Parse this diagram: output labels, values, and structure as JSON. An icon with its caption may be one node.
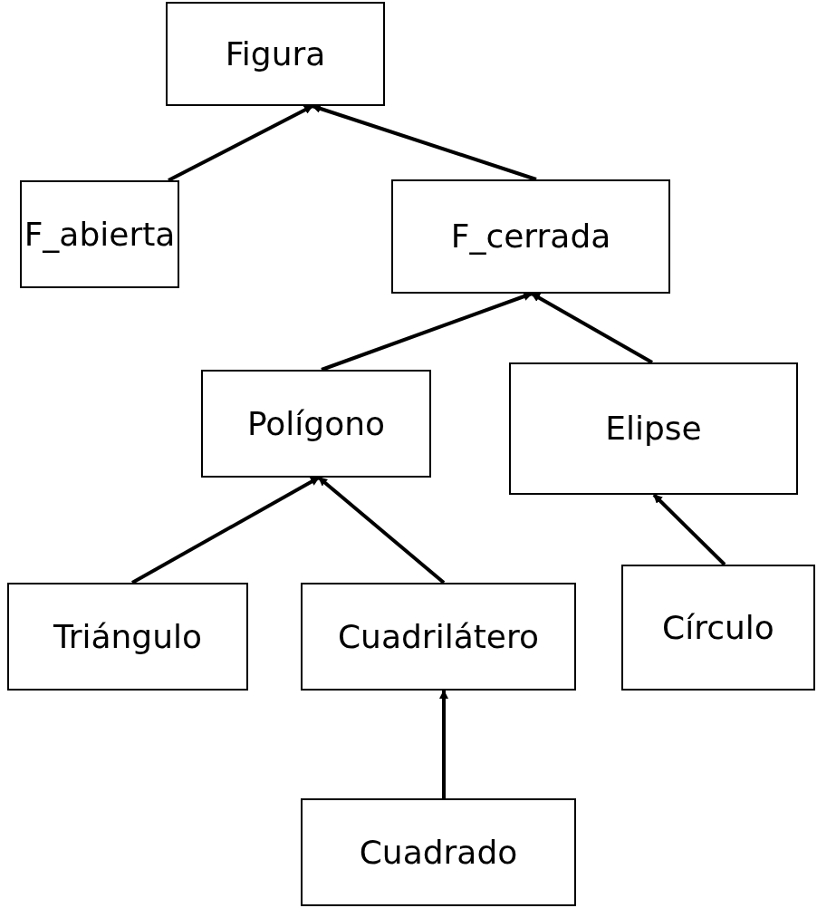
{
  "diagram": {
    "nodes": [
      {
        "text": [
          "Figura"
        ]
      },
      {
        "text": [
          "F_abierta"
        ]
      },
      {
        "text": [
          "F_cerrada"
        ]
      },
      {
        "text": [
          "Polígono"
        ]
      },
      {
        "text": [
          "Elipse"
        ]
      },
      {
        "text": [
          "Triángulo"
        ]
      },
      {
        "text": [
          "Cuadrilátero"
        ]
      },
      {
        "text": [
          "Círculo"
        ]
      },
      {
        "text": [
          "Cuadrado"
        ]
      }
    ],
    "edges": [
      {
        "from": 1,
        "to": 0,
        "arrow": "to"
      },
      {
        "from": 2,
        "to": 0,
        "arrow": "to"
      },
      {
        "from": 3,
        "to": 2,
        "arrow": "to"
      },
      {
        "from": 4,
        "to": 2,
        "arrow": "to"
      },
      {
        "from": 5,
        "to": 3,
        "arrow": "to"
      },
      {
        "from": 6,
        "to": 3,
        "arrow": "to"
      },
      {
        "from": 7,
        "to": 4,
        "arrow": "to"
      },
      {
        "from": 8,
        "to": 6,
        "arrow": "to"
      }
    ]
  }
}
